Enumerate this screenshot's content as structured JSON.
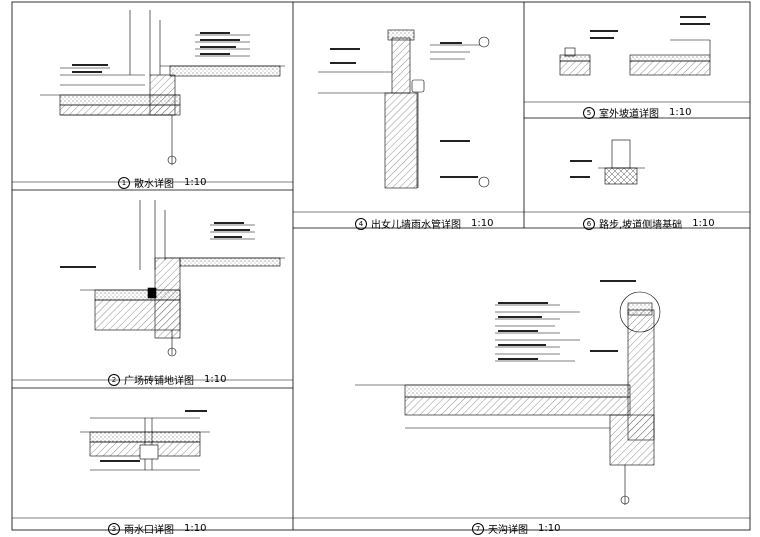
{
  "panels": {
    "p1": {
      "num": "1",
      "title": "散水详图",
      "scale": "1:10"
    },
    "p2": {
      "num": "2",
      "title": "广场砖铺地详图",
      "scale": "1:10"
    },
    "p3": {
      "num": "3",
      "title": "雨水口详图",
      "scale": "1:10"
    },
    "p4": {
      "num": "4",
      "title": "出女儿墙雨水管详图",
      "scale": "1:10"
    },
    "p5": {
      "num": "5",
      "title": "室外坡道详图",
      "scale": "1:10"
    },
    "p6": {
      "num": "6",
      "title": "路步,坡道侧墙基础",
      "scale": "1:10"
    },
    "p7": {
      "num": "7",
      "title": "天沟详图",
      "scale": "1:10"
    }
  },
  "colors": {
    "line": "#000000",
    "hatch": "#555555"
  }
}
